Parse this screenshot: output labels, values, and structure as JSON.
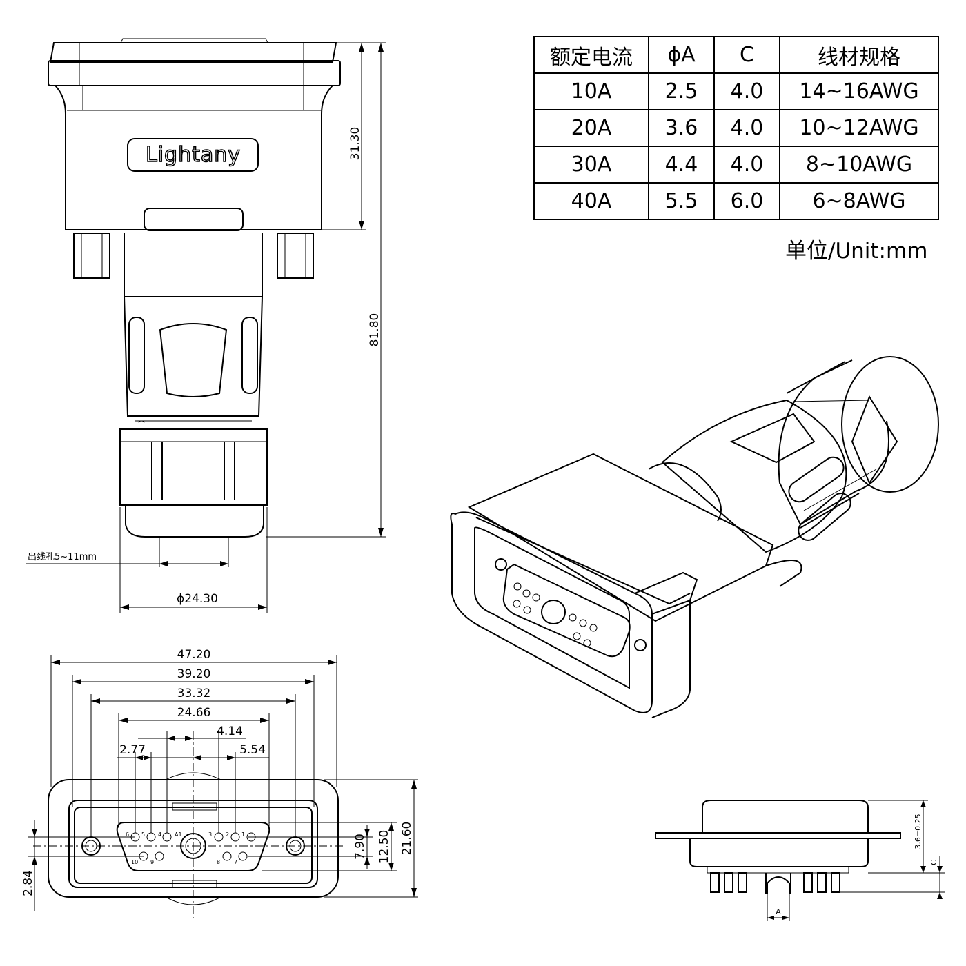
{
  "brand": "Lightany",
  "table": {
    "headers": [
      "额定电流",
      "ϕA",
      "C",
      "线材规格"
    ],
    "rows": [
      [
        "10A",
        "2.5",
        "4.0",
        "14~16AWG"
      ],
      [
        "20A",
        "3.6",
        "4.0",
        "10~12AWG"
      ],
      [
        "30A",
        "4.4",
        "4.0",
        "8~10AWG"
      ],
      [
        "40A",
        "5.5",
        "6.0",
        "6~8AWG"
      ]
    ]
  },
  "unit": "单位/Unit:mm",
  "side_view": {
    "dim_height_upper": "31.30",
    "dim_height_total": "81.80",
    "cable_hole": "出线孔5~11mm",
    "dim_diameter": "ϕ24.30"
  },
  "front_view": {
    "dim_widths": [
      "47.20",
      "39.20",
      "33.32",
      "24.66"
    ],
    "dim_4_14": "4.14",
    "dim_2_77": "2.77",
    "dim_5_54": "5.54",
    "dim_7_90": "7.90",
    "dim_12_50": "12.50",
    "dim_21_60": "21.60",
    "dim_2_84": "2.84",
    "pin_numbers": [
      "6",
      "5",
      "4",
      "A1",
      "3",
      "2",
      "1",
      "10",
      "9",
      "8",
      "7"
    ]
  },
  "profile_view": {
    "dim_height": "3.6±0.25",
    "label_c": "C",
    "label_a": "A"
  }
}
